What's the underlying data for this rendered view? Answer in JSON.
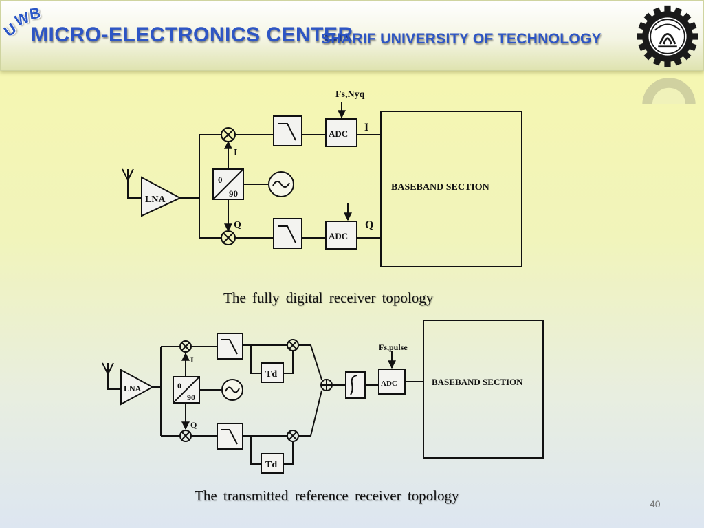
{
  "header": {
    "uwb_letters": [
      "U",
      "W",
      "B"
    ],
    "center_title": "MICRO-ELECTRONICS CENTER",
    "university_title": "SHARIF UNIVERSITY OF TECHNOLOGY"
  },
  "diagram1": {
    "sample_label": "Fs,Nyq",
    "i_label": "I",
    "q_label": "Q",
    "out_i_label": "I",
    "out_q_label": "Q",
    "adc_label": "ADC",
    "lna_label": "LNA",
    "phase_0": "0",
    "phase_90": "90",
    "baseband_label": "BASEBAND SECTION",
    "caption": "The fully digital receiver topology"
  },
  "diagram2": {
    "sample_label": "Fs,pulse",
    "i_label": "I",
    "q_label": "Q",
    "adc_label": "ADC",
    "lna_label": "LNA",
    "phase_0": "0",
    "phase_90": "90",
    "td_label": "Td",
    "baseband_label": "BASEBAND SECTION",
    "caption": "The transmitted reference receiver topology"
  },
  "footer": {
    "page_number": "40"
  }
}
